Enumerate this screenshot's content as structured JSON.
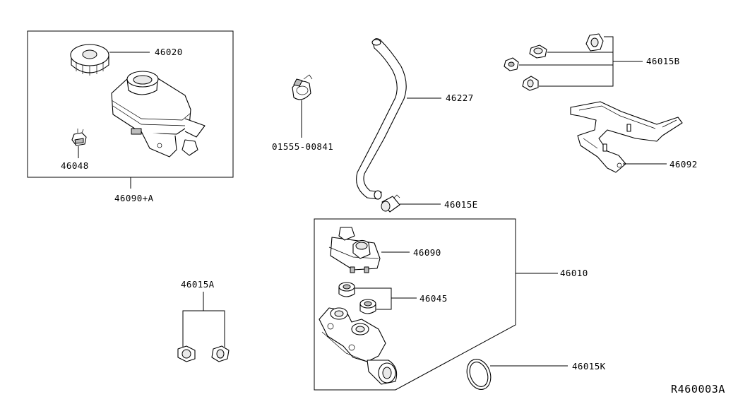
{
  "diagram": {
    "reference_code": "R460003A",
    "callouts": {
      "reservoir_assembly": "46090+A",
      "reservoir_cap": "46020",
      "level_sensor": "46048",
      "hose_clamp_part": "01555-00841",
      "brake_hose": "46227",
      "hose_clip": "46015E",
      "fixing_nuts": "46015B",
      "bracket": "46092",
      "reservoir": "46090",
      "master_cylinder_assembly": "46010",
      "grommets": "46045",
      "o_ring": "46015K",
      "plugs": "46015A"
    }
  }
}
